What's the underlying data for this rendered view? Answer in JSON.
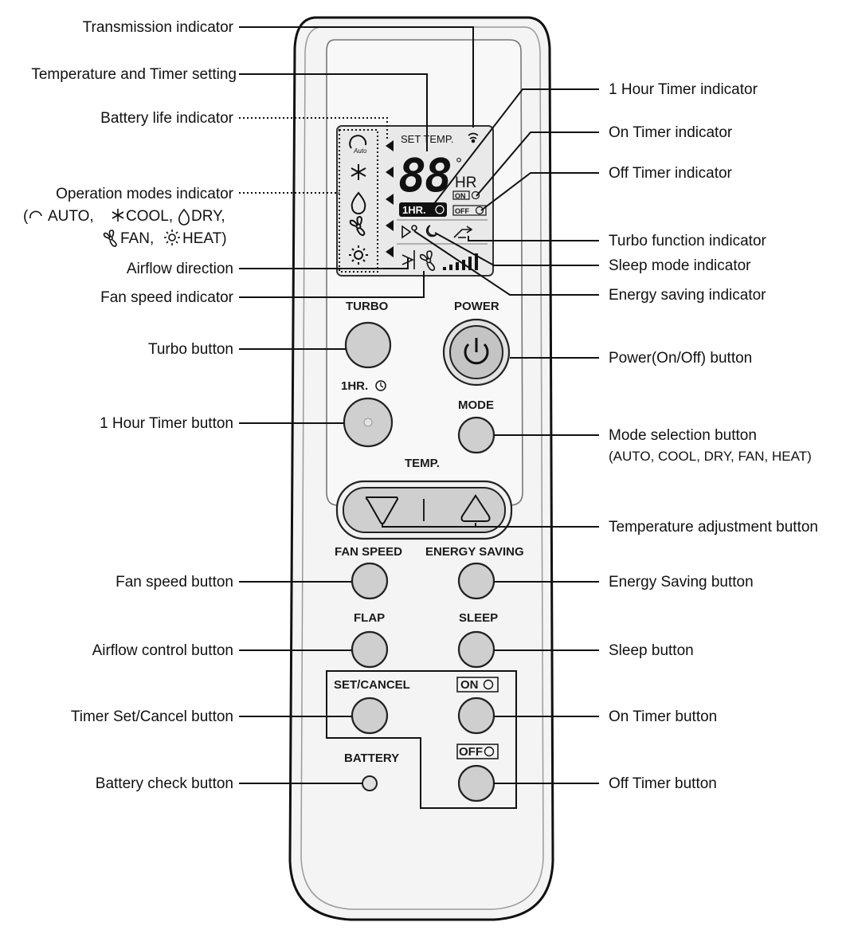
{
  "labels_left": {
    "transmission": "Transmission indicator",
    "temp_timer": "Temperature and Timer setting",
    "battery_life": "Battery life indicator",
    "operation_modes": "Operation modes  indicator",
    "operation_modes_line1": "AUTO,",
    "operation_modes_cool": "COOL,",
    "operation_modes_dry": "DRY,",
    "operation_modes_fan": "FAN,",
    "operation_modes_heat": "HEAT)",
    "airflow_direction": "Airflow direction",
    "fan_speed_ind": "Fan speed indicator",
    "turbo_btn": "Turbo button",
    "one_hour_btn": "1 Hour Timer button",
    "fan_speed_btn": "Fan speed button",
    "airflow_ctrl_btn": "Airflow control button",
    "timer_set_btn": "Timer Set/Cancel button",
    "battery_btn": "Battery check button"
  },
  "labels_right": {
    "one_hour_ind": "1 Hour Timer indicator",
    "on_timer_ind": "On Timer indicator",
    "off_timer_ind": "Off Timer indicator",
    "turbo_ind": "Turbo function indicator",
    "sleep_ind": "Sleep mode indicator",
    "energy_ind": "Energy saving indicator",
    "power_btn": "Power(On/Off) button",
    "mode_btn": "Mode selection button",
    "mode_btn_sub": "(AUTO, COOL, DRY, FAN, HEAT)",
    "temp_adj_btn": "Temperature adjustment button",
    "energy_btn": "Energy Saving button",
    "sleep_btn": "Sleep button",
    "on_timer_btn": "On Timer button",
    "off_timer_btn": "Off Timer button"
  },
  "remote": {
    "lcd_set_temp": "SET TEMP.",
    "lcd_digits": "88",
    "lcd_degree": "°",
    "lcd_hr": "HR",
    "lcd_on": "ON",
    "lcd_off": "OFF",
    "lcd_1hr": "1HR.",
    "lcd_auto": "Auto",
    "turbo": "TURBO",
    "power": "POWER",
    "one_hr": "1HR.",
    "mode": "MODE",
    "temp": "TEMP.",
    "fan_speed": "FAN SPEED",
    "energy_saving": "ENERGY SAVING",
    "flap": "FLAP",
    "sleep": "SLEEP",
    "set_cancel": "SET/CANCEL",
    "on": "ON",
    "off": "OFF",
    "battery": "BATTERY"
  }
}
